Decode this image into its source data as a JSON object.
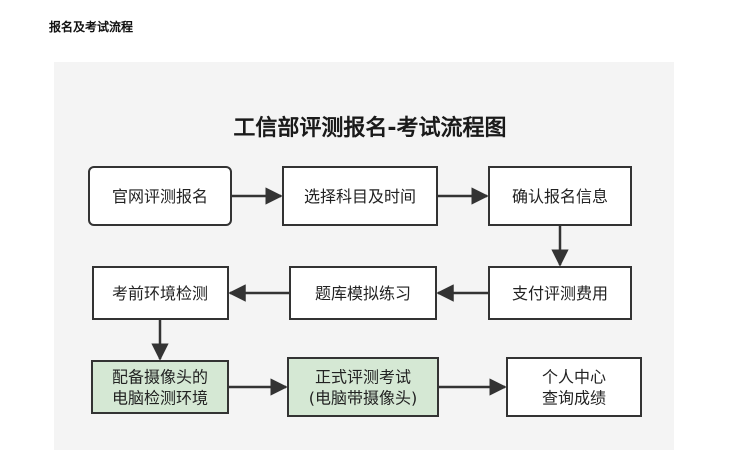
{
  "section_heading": "报名及考试流程",
  "diagram": {
    "title": "工信部评测报名-考试流程图",
    "colors": {
      "box_fill": "#ffffff",
      "highlight_fill": "#d5e8d4",
      "stroke": "#333333",
      "panel": "#f4f4f4"
    },
    "steps": {
      "s1": {
        "lines": [
          "官网评测报名"
        ]
      },
      "s2": {
        "lines": [
          "选择科目及时间"
        ]
      },
      "s3": {
        "lines": [
          "确认报名信息"
        ]
      },
      "s4": {
        "lines": [
          "支付评测费用"
        ]
      },
      "s5": {
        "lines": [
          "题库模拟练习"
        ]
      },
      "s6": {
        "lines": [
          "考前环境检测"
        ]
      },
      "s7": {
        "lines": [
          "配备摄像头的",
          "电脑检测环境"
        ],
        "highlight": true
      },
      "s8": {
        "lines": [
          "正式评测考试",
          "(电脑带摄像头)"
        ],
        "highlight": true
      },
      "s9": {
        "lines": [
          "个人中心",
          "查询成绩"
        ]
      }
    },
    "flow_order": [
      "s1",
      "s2",
      "s3",
      "s4",
      "s5",
      "s6",
      "s7",
      "s8",
      "s9"
    ]
  }
}
